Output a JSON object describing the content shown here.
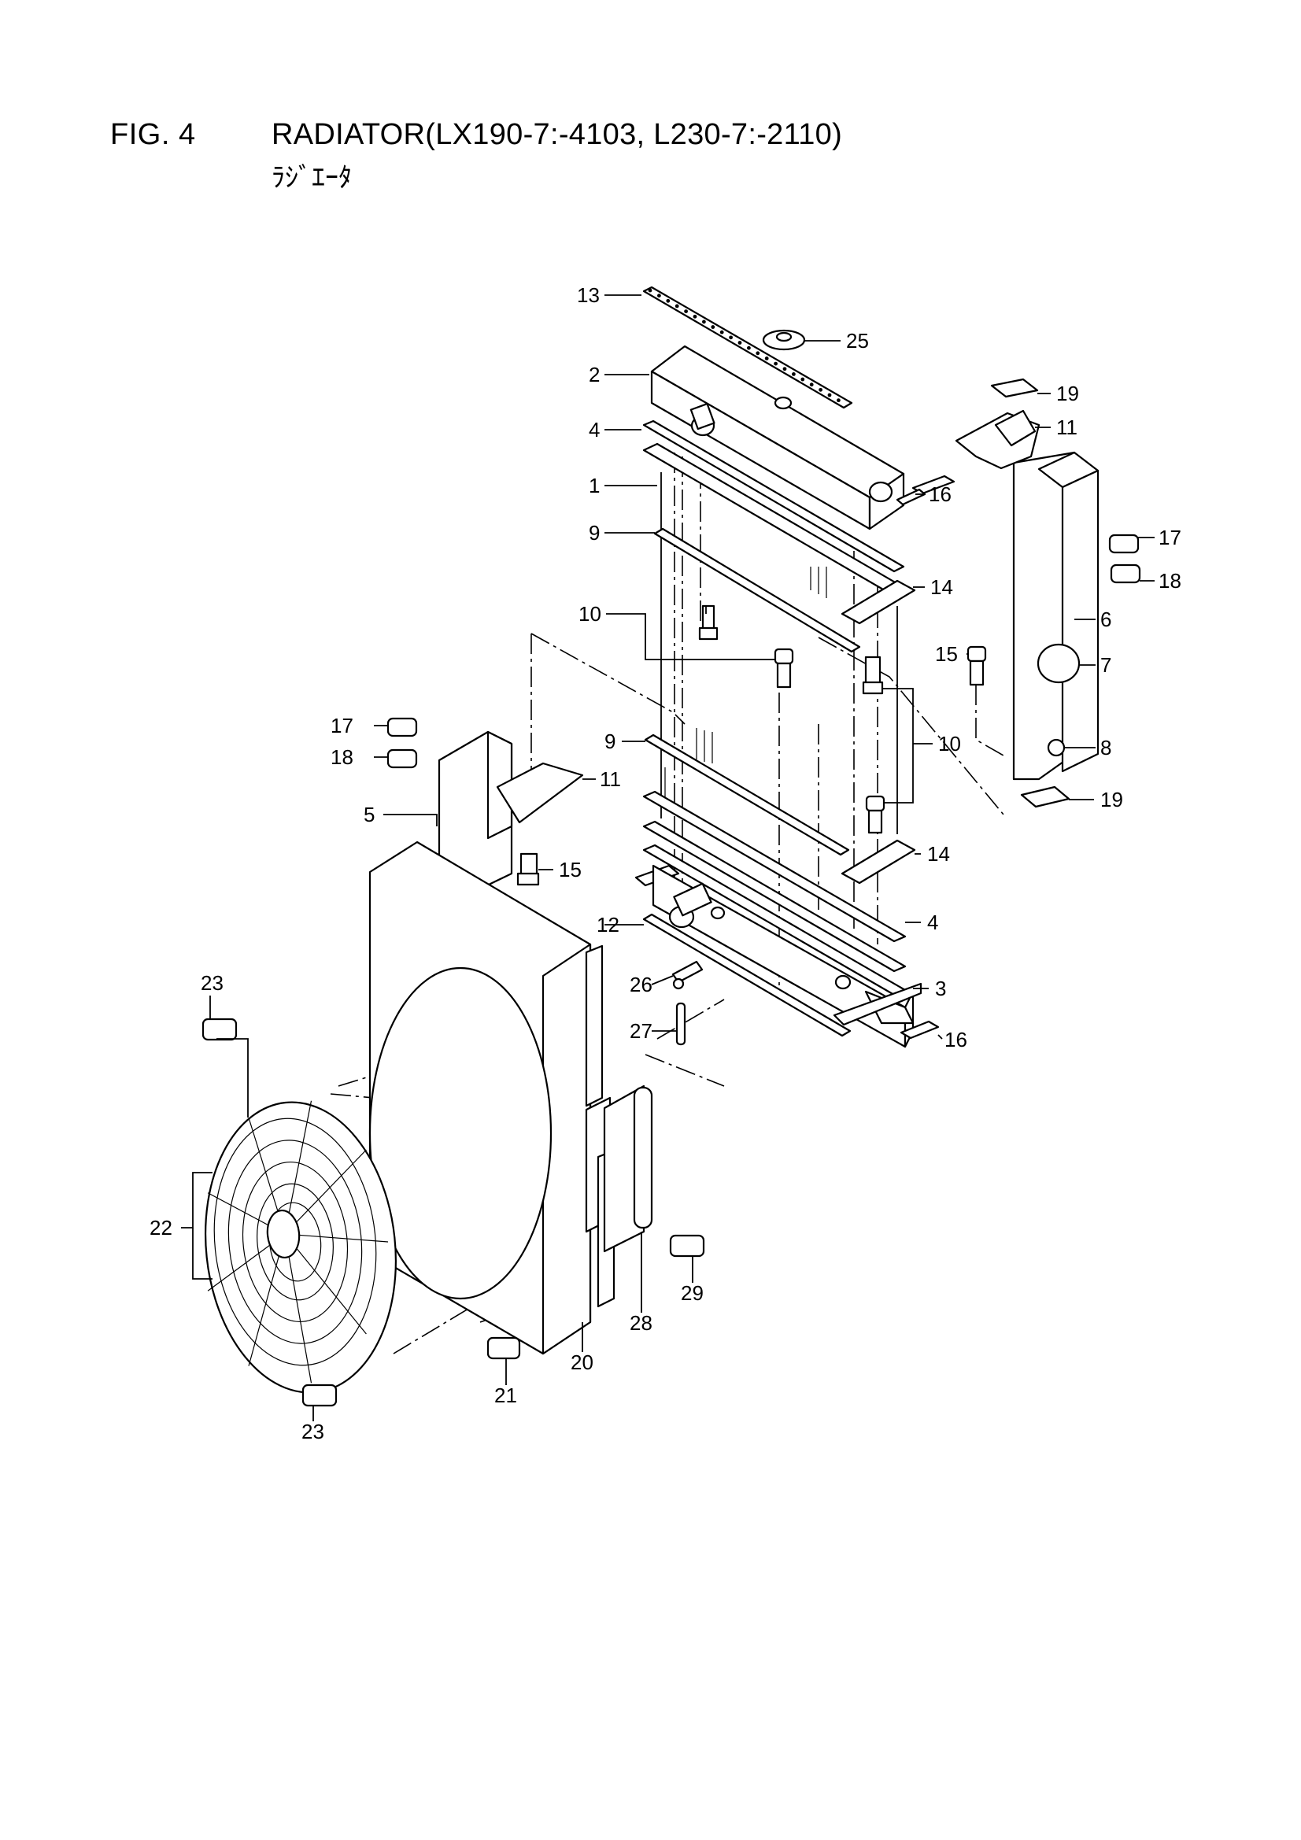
{
  "figure": {
    "label": "FIG. 4",
    "title": "RADIATOR(LX190-7:-4103, L230-7:-2110)",
    "subtitle": "ﾗｼﾞｴｰﾀ"
  },
  "callouts": {
    "c1": "1",
    "c2": "2",
    "c3": "3",
    "c4a": "4",
    "c4b": "4",
    "c5": "5",
    "c6": "6",
    "c7": "7",
    "c8": "8",
    "c9a": "9",
    "c9b": "9",
    "c10a": "10",
    "c10b": "10",
    "c11a": "11",
    "c11b": "11",
    "c12": "12",
    "c13": "13",
    "c14a": "14",
    "c14b": "14",
    "c15a": "15",
    "c15b": "15",
    "c16a": "16",
    "c16b": "16",
    "c17a": "17",
    "c17b": "17",
    "c18a": "18",
    "c18b": "18",
    "c19a": "19",
    "c19b": "19",
    "c20": "20",
    "c21": "21",
    "c22": "22",
    "c23a": "23",
    "c23b": "23",
    "c25": "25",
    "c26": "26",
    "c27": "27",
    "c28": "28",
    "c29": "29"
  }
}
